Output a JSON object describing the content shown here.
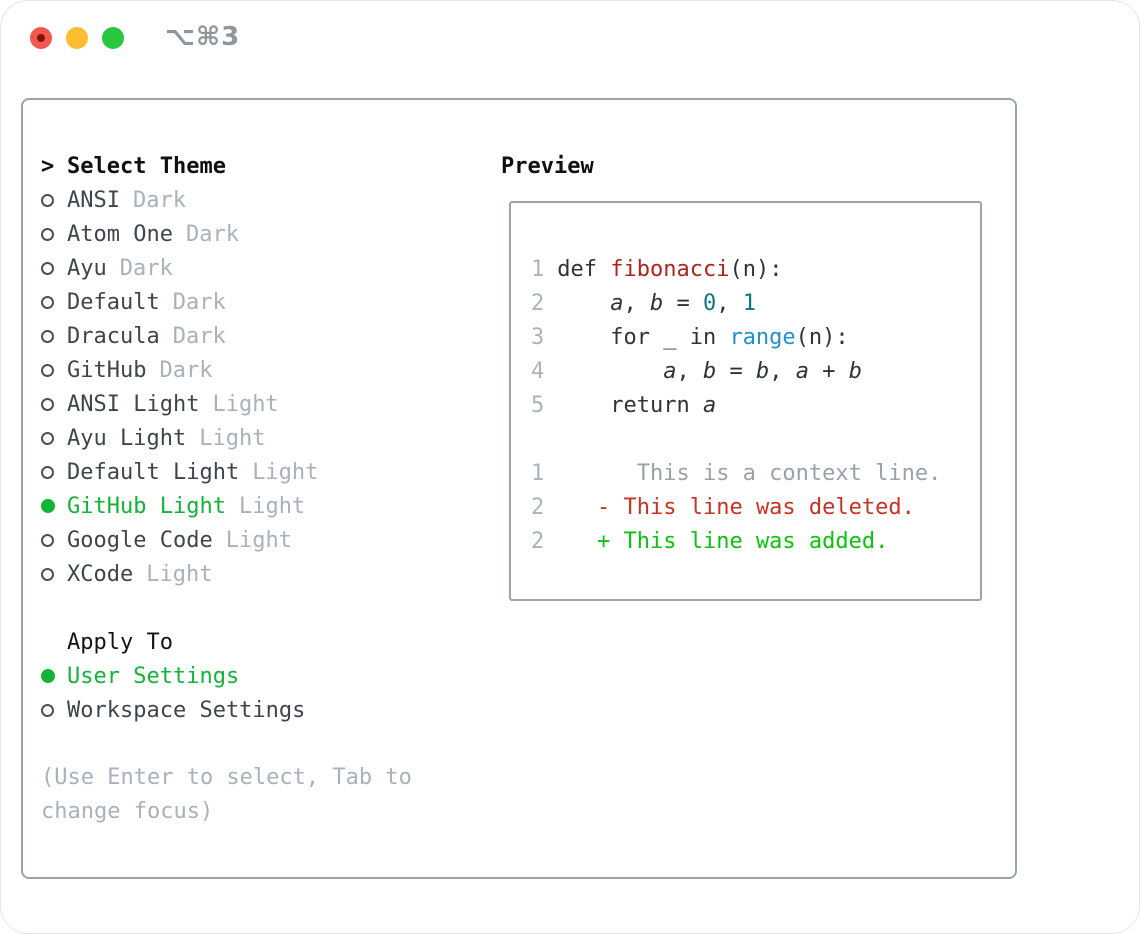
{
  "window": {
    "title": "⌥⌘3"
  },
  "panel": {
    "theme_section": {
      "marker": ">",
      "header": "Select Theme",
      "items": [
        {
          "name": "ANSI",
          "variant": "Dark",
          "selected": false
        },
        {
          "name": "Atom One",
          "variant": "Dark",
          "selected": false
        },
        {
          "name": "Ayu",
          "variant": "Dark",
          "selected": false
        },
        {
          "name": "Default",
          "variant": "Dark",
          "selected": false
        },
        {
          "name": "Dracula",
          "variant": "Dark",
          "selected": false
        },
        {
          "name": "GitHub",
          "variant": "Dark",
          "selected": false
        },
        {
          "name": "ANSI Light",
          "variant": "Light",
          "selected": false
        },
        {
          "name": "Ayu Light",
          "variant": "Light",
          "selected": false
        },
        {
          "name": "Default Light",
          "variant": "Light",
          "selected": false
        },
        {
          "name": "GitHub Light",
          "variant": "Light",
          "selected": true
        },
        {
          "name": "Google Code",
          "variant": "Light",
          "selected": false
        },
        {
          "name": "XCode",
          "variant": "Light",
          "selected": false
        }
      ]
    },
    "apply_section": {
      "header": "Apply To",
      "items": [
        {
          "name": "User Settings",
          "selected": true
        },
        {
          "name": "Workspace Settings",
          "selected": false
        }
      ]
    },
    "hint": "(Use Enter to select, Tab to change focus)",
    "preview": {
      "header": "Preview",
      "code_lines": [
        {
          "num": "1",
          "tokens": [
            {
              "text": "def ",
              "type": "plain"
            },
            {
              "text": "fibonacci",
              "type": "function"
            },
            {
              "text": "(n):",
              "type": "plain"
            }
          ]
        },
        {
          "num": "2",
          "tokens": [
            {
              "text": "    ",
              "type": "plain"
            },
            {
              "text": "a",
              "type": "variable"
            },
            {
              "text": ", ",
              "type": "plain"
            },
            {
              "text": "b",
              "type": "variable"
            },
            {
              "text": " = ",
              "type": "plain"
            },
            {
              "text": "0",
              "type": "number"
            },
            {
              "text": ", ",
              "type": "plain"
            },
            {
              "text": "1",
              "type": "number"
            }
          ]
        },
        {
          "num": "3",
          "tokens": [
            {
              "text": "    for _ in ",
              "type": "plain"
            },
            {
              "text": "range",
              "type": "builtin"
            },
            {
              "text": "(n):",
              "type": "plain"
            }
          ]
        },
        {
          "num": "4",
          "tokens": [
            {
              "text": "        ",
              "type": "plain"
            },
            {
              "text": "a",
              "type": "variable"
            },
            {
              "text": ", ",
              "type": "plain"
            },
            {
              "text": "b",
              "type": "variable"
            },
            {
              "text": " = ",
              "type": "plain"
            },
            {
              "text": "b",
              "type": "variable"
            },
            {
              "text": ", ",
              "type": "plain"
            },
            {
              "text": "a",
              "type": "variable"
            },
            {
              "text": " + ",
              "type": "plain"
            },
            {
              "text": "b",
              "type": "variable"
            }
          ]
        },
        {
          "num": "5",
          "tokens": [
            {
              "text": "    return ",
              "type": "plain"
            },
            {
              "text": "a",
              "type": "variable"
            }
          ]
        }
      ],
      "diff_lines": [
        {
          "num": "1",
          "tokens": [
            {
              "text": "      This is a context line.",
              "type": "context"
            }
          ]
        },
        {
          "num": "2",
          "tokens": [
            {
              "text": "   ",
              "type": "plain"
            },
            {
              "text": "- This line was deleted.",
              "type": "deleted"
            }
          ]
        },
        {
          "num": "2",
          "tokens": [
            {
              "text": "   ",
              "type": "plain"
            },
            {
              "text": "+ This line was added.",
              "type": "added"
            }
          ]
        }
      ]
    }
  },
  "colors": {
    "selection_green": "#11b438",
    "added_green": "#0cc20c",
    "deleted_red": "#cb3122",
    "function_red": "#b0241c",
    "builtin_blue": "#2290cd",
    "number_teal": "#0f7680",
    "muted_gray": "#a9b1bc",
    "text_dark": "#3f454d",
    "border_gray": "#9aa3ae"
  }
}
